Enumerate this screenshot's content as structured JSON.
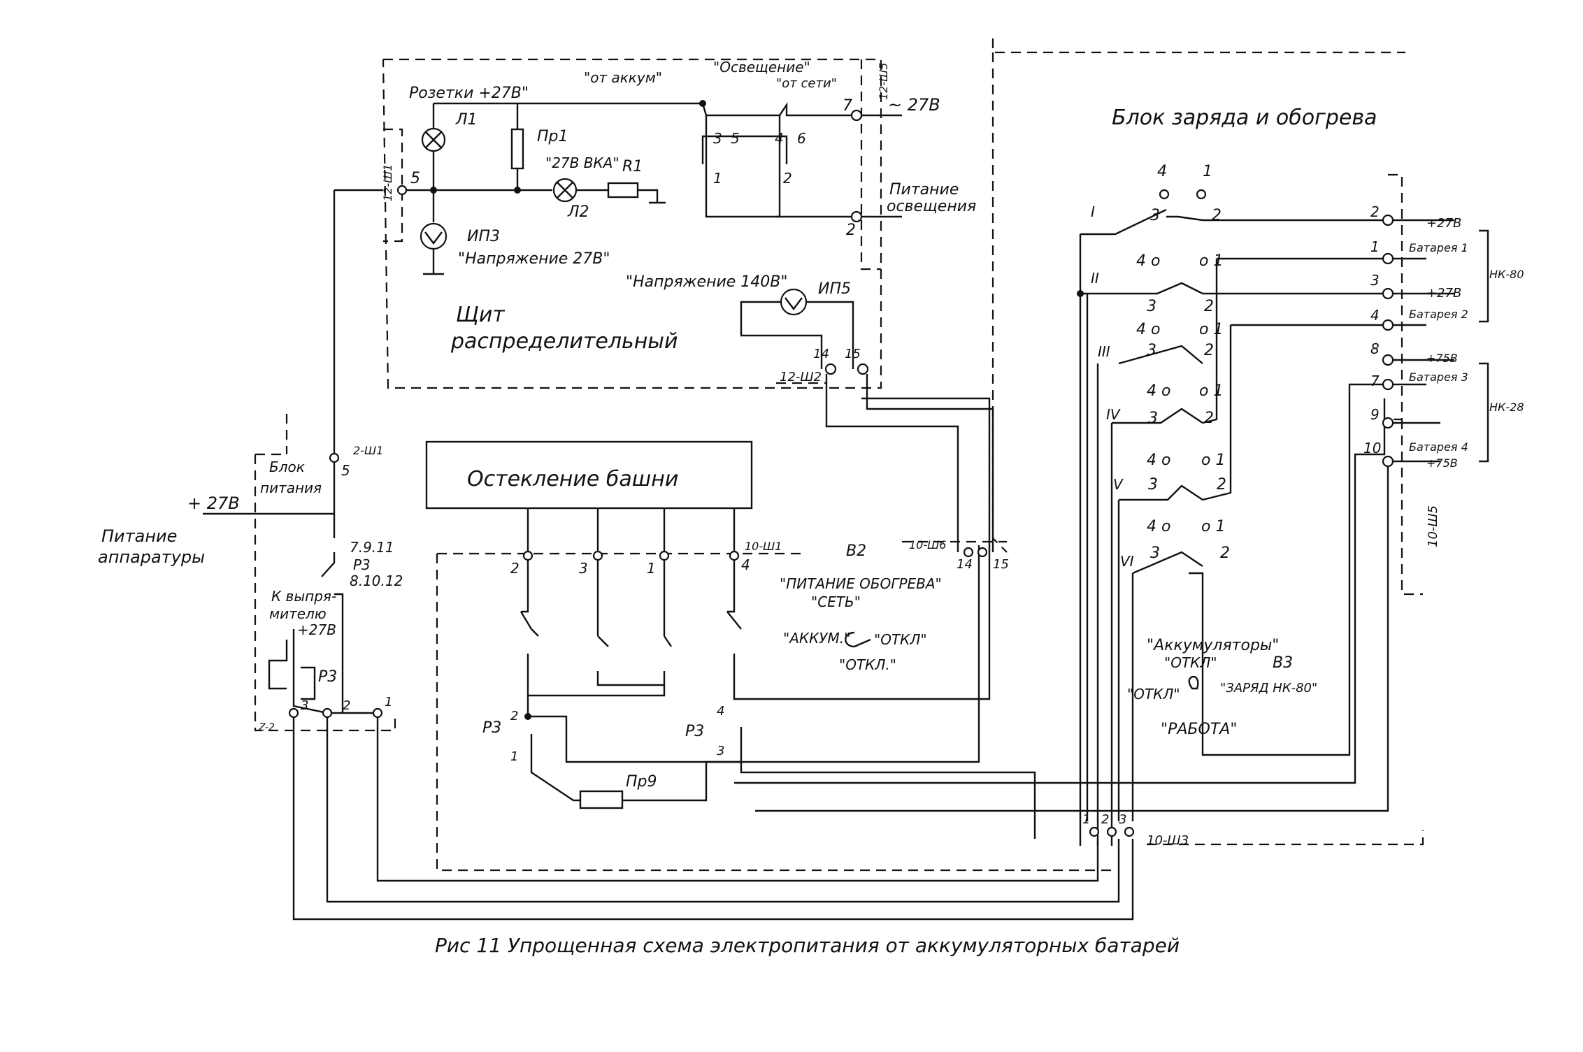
{
  "caption": "Рис 11  Упрощенная схема  электропитания от аккумуляторных батарей",
  "blocks": {
    "shield_title_1": "Щит",
    "shield_title_2": "распределительный",
    "charge_block": "Блок  заряда и обогрева",
    "glazing": "Остекление башни",
    "power_block_1": "Блок",
    "power_block_2": "питания",
    "power_app_1": "Питание",
    "power_app_2": "аппаратуры",
    "kvyr_1": "К выпря-",
    "kvyr_2": "мителю"
  },
  "labels": {
    "rozetki": "Розетки +27В\"",
    "ot_akkum": "\"от аккум\"",
    "osveshchenie": "\"Освещение\"",
    "ot_seti": "\"от сети\"",
    "ac27": "~ 27В",
    "l1": "Л1",
    "pr1": "Пр1",
    "vka": "\"27В ВКА\"",
    "r1": "R1",
    "l2": "Л2",
    "ip3": "ИП3",
    "napr27": "\"Напряжение 27В\"",
    "napr140": "\"Напряжение 140В\"",
    "ip5": "ИП5",
    "pitanie_osv_1": "Питание",
    "pitanie_osv_2": "освещения",
    "plus27v": "+ 27В",
    "plus27_rect": "+27В",
    "p3": "Р3",
    "p3_contacts_1": "7.9.11",
    "p3_contacts_2": "8.10.12",
    "pr9": "Пр9",
    "v2": "В2",
    "obogrev_1": "\"ПИТАНИЕ ОБОГРЕВА\"",
    "obogrev_2": "\"СЕТЬ\"",
    "obogrev_3": "\"АККУМ.\"",
    "obogrev_4": "\"ОТКЛ\"",
    "obogrev_5": "\"ОТКЛ.\"",
    "akk_1": "\"Аккумуляторы\"",
    "akk_2": "\"ОТКЛ\"",
    "v3": "В3",
    "akk_3": "\"ОТКЛ\"",
    "akk_4": "\"ЗАРЯД НК-80\"",
    "akk_5": "\"РАБОТА\"",
    "bat1": "Батарея 1",
    "bat2": "Батарея 2",
    "bat3": "Батарея 3",
    "bat4": "Батарея 4",
    "p27a": "+27В",
    "p27b": "+27В",
    "p75a": "+75В",
    "p75b": "+75В",
    "nk80": "НК-80",
    "nk28": "НК-28"
  },
  "connectors": {
    "sh11": "12-Ш1",
    "sh5": "12-Ш5",
    "sh2": "12-Ш2",
    "sh1": "2-Ш1",
    "sh10_1": "10-Ш1",
    "sh6": "10-Ш6",
    "sh3": "10-Ш3",
    "sh5b": "10-Ш5",
    "z2": "Z-2"
  },
  "pins": {
    "n5a": "5",
    "n7": "7",
    "n2a": "2",
    "n14": "14",
    "n15": "15",
    "n5b": "5",
    "n14b": "14",
    "n15b": "15",
    "sw_3": "3",
    "sw_5": "5",
    "sw_4": "4",
    "sw_6": "6",
    "sw_1": "1",
    "sw_2": "2",
    "r_2": "2",
    "r_1": "1",
    "r_3": "3",
    "r_4": "4",
    "r_7": "7",
    "r_8": "8",
    "r_9": "9",
    "r_10": "10",
    "v2_2": "2",
    "v2_3": "3",
    "v2_1": "1",
    "v2_4": "4",
    "sh3_1": "1",
    "sh3_2": "2",
    "sh3_3": "3",
    "pb3": "3",
    "pb2": "2",
    "pb1": "1",
    "p3a_2": "2",
    "p3a_1": "1",
    "p3b_4": "4",
    "p3b_3": "3",
    "roman": [
      "I",
      "II",
      "III",
      "IV",
      "V",
      "VI"
    ]
  }
}
